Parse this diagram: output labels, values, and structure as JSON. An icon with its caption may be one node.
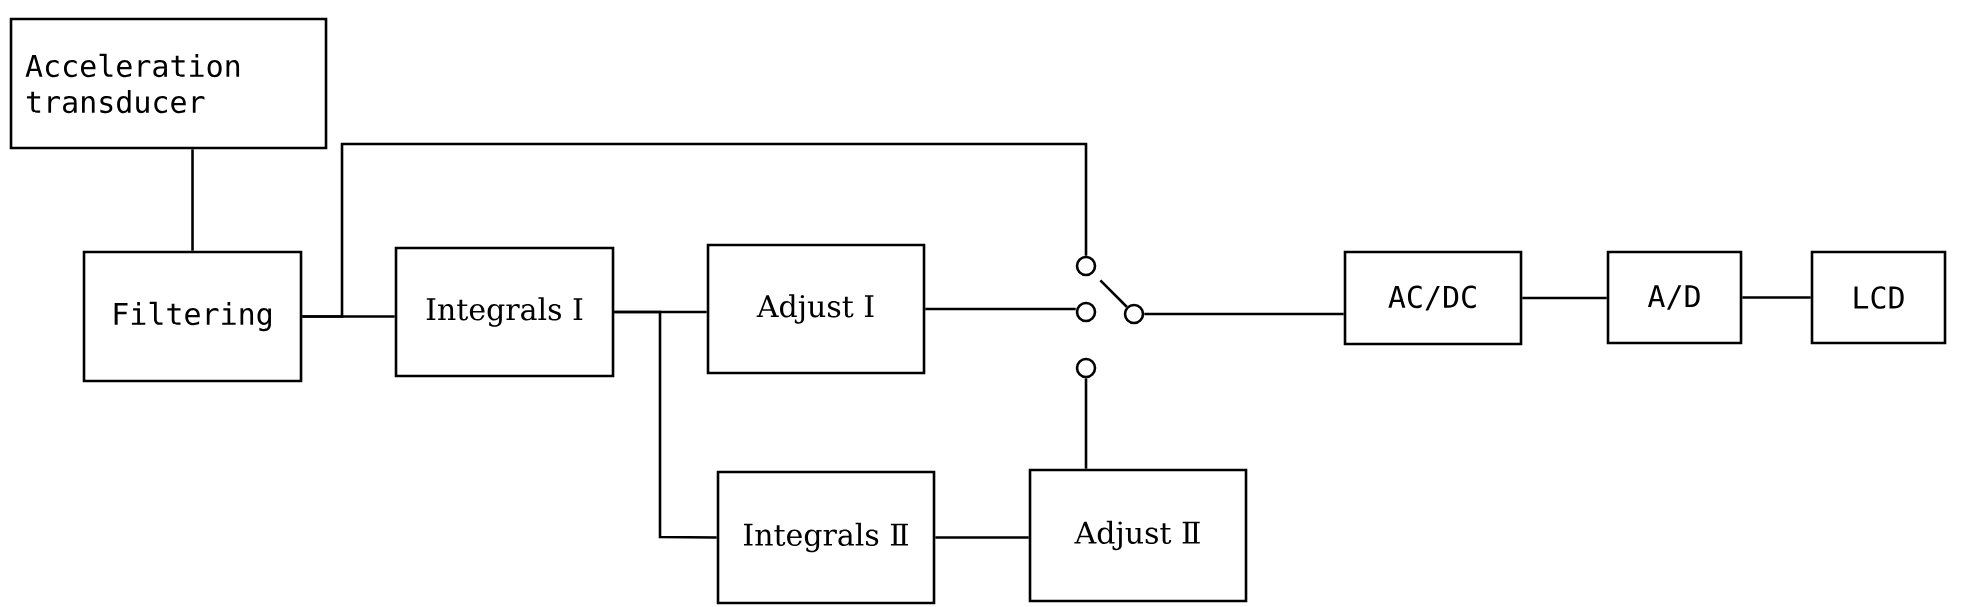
{
  "diagram": {
    "nodes": [
      {
        "text": [
          "Acceleration transducer"
        ]
      },
      {
        "text": [
          "Filtering"
        ]
      },
      {
        "text": [
          "Integrals Ⅰ"
        ]
      },
      {
        "text": [
          "Adjust Ⅰ"
        ]
      },
      {
        "text": [
          "Integrals Ⅱ"
        ]
      },
      {
        "text": [
          "Adjust Ⅱ"
        ]
      },
      {
        "text": [],
        "shape": "circle"
      },
      {
        "text": [],
        "shape": "circle"
      },
      {
        "text": [],
        "shape": "circle"
      },
      {
        "text": [],
        "shape": "circle"
      },
      {
        "text": [
          "AC/DC"
        ]
      },
      {
        "text": [
          "A/D"
        ]
      },
      {
        "text": [
          "LCD"
        ]
      }
    ],
    "edges": [
      {
        "from": 0,
        "to": 1,
        "arrow": "none"
      },
      {
        "from": 1,
        "to": 2,
        "arrow": "none"
      },
      {
        "from": 1,
        "to": 6,
        "arrow": "none"
      },
      {
        "from": 2,
        "to": 3,
        "arrow": "none"
      },
      {
        "from": 2,
        "to": 4,
        "arrow": "none"
      },
      {
        "from": 3,
        "to": 7,
        "arrow": "none"
      },
      {
        "from": 4,
        "to": 5,
        "arrow": "none"
      },
      {
        "from": 5,
        "to": 8,
        "arrow": "none"
      },
      {
        "from": 9,
        "to": 10,
        "arrow": "none"
      },
      {
        "from": 10,
        "to": 11,
        "arrow": "none"
      },
      {
        "from": 11,
        "to": 12,
        "arrow": "none"
      },
      {
        "from": 9,
        "to": 6,
        "arrow": "none"
      }
    ]
  }
}
